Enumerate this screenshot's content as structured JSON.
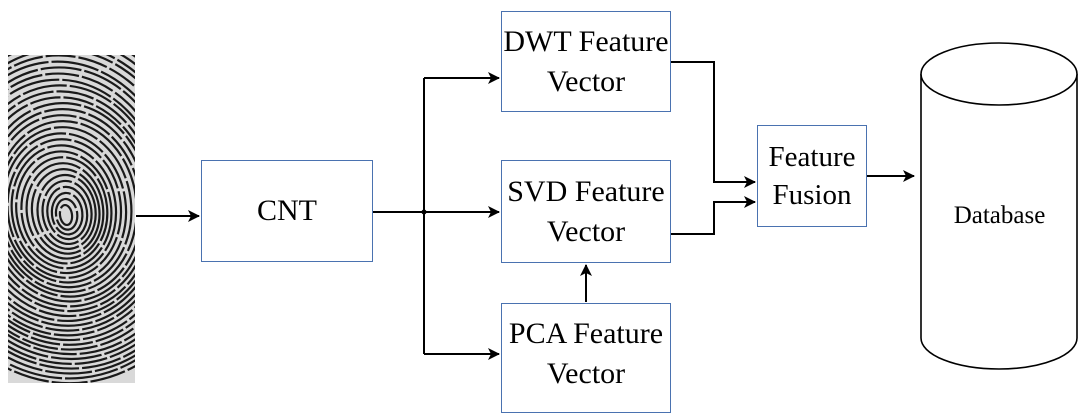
{
  "diagram": {
    "input_image": "fingerprint",
    "blocks": {
      "cnt": {
        "line1": "CNT"
      },
      "dwt": {
        "line1": "DWT Feature",
        "line2": "Vector"
      },
      "svd": {
        "line1": "SVD Feature",
        "line2": "Vector"
      },
      "pca": {
        "line1": "PCA Feature",
        "line2": "Vector"
      },
      "fusion": {
        "line1": "Feature",
        "line2": "Fusion"
      }
    },
    "database": {
      "label": "Database"
    },
    "colors": {
      "box_border": "#4a72b0",
      "arrow": "#000000",
      "fingerprint_ridge": "#1a1a1a"
    }
  }
}
